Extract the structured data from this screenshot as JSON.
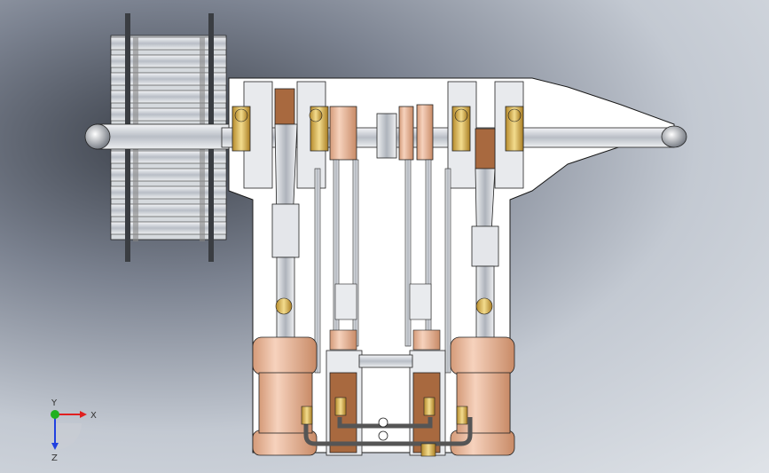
{
  "viewport": {
    "background_colors": {
      "dark": "#3a3f48",
      "mid": "#7b8290",
      "light": "#dfe3e8"
    },
    "part_colors": {
      "plate": "#ffffff",
      "steel": "#c8ccd2",
      "copper": "#e8b89a",
      "brass": "#d9b25a",
      "dark_copper": "#a8693f",
      "outline": "#1a1a1a"
    }
  },
  "triad": {
    "x_label": "X",
    "y_label": "Y",
    "z_label": "Z",
    "x_color": "#e02020",
    "y_color": "#20b020",
    "z_color": "#2040e0"
  }
}
